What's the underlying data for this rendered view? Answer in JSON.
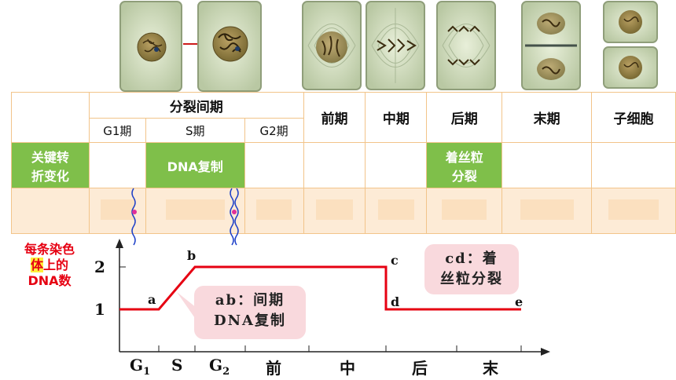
{
  "header": {
    "interphase": "分裂间期",
    "g1": "G1期",
    "s": "S期",
    "g2": "G2期",
    "prophase": "前期",
    "metaphase": "中期",
    "anaphase": "后期",
    "telophase": "末期",
    "daughter": "子细胞"
  },
  "rows": {
    "key_change_line1": "关键转",
    "key_change_line2": "折变化",
    "dna_replication": "DNA复制",
    "centromere_line1": "着丝粒",
    "centromere_line2": "分裂"
  },
  "y_axis_label": {
    "line1": "每条染色",
    "line2a": "体",
    "line2b": "上的",
    "line3": "DNA数"
  },
  "callouts": {
    "ab_line1": "ab：间期",
    "ab_line2": "DNA复制",
    "cd_line1": "cd：着",
    "cd_line2": "丝粒分裂"
  },
  "colors": {
    "line": "#e60012",
    "green": "#7fbf4a",
    "border": "#f2c48a",
    "callout": "#f9d9dd"
  },
  "chart_data": {
    "type": "line",
    "x": [
      "G1",
      "S",
      "G2",
      "前",
      "中",
      "后",
      "末"
    ],
    "yticks": [
      "1",
      "2"
    ],
    "points": [
      {
        "label": "a",
        "phase": "G1/S",
        "y": 1
      },
      {
        "label": "b",
        "phase": "S/G2",
        "y": 2
      },
      {
        "label": "c",
        "phase": "中/后",
        "y": 2
      },
      {
        "label": "d",
        "phase": "中/后",
        "y": 1
      },
      {
        "label": "e",
        "phase": "末",
        "y": 1
      }
    ],
    "xlabel_parts": {
      "g1_main": "G",
      "g1_sub": "1",
      "s": "S",
      "g2_main": "G",
      "g2_sub": "2",
      "qian": "前",
      "zhong": "中",
      "hou": "后",
      "mo": "末"
    }
  }
}
